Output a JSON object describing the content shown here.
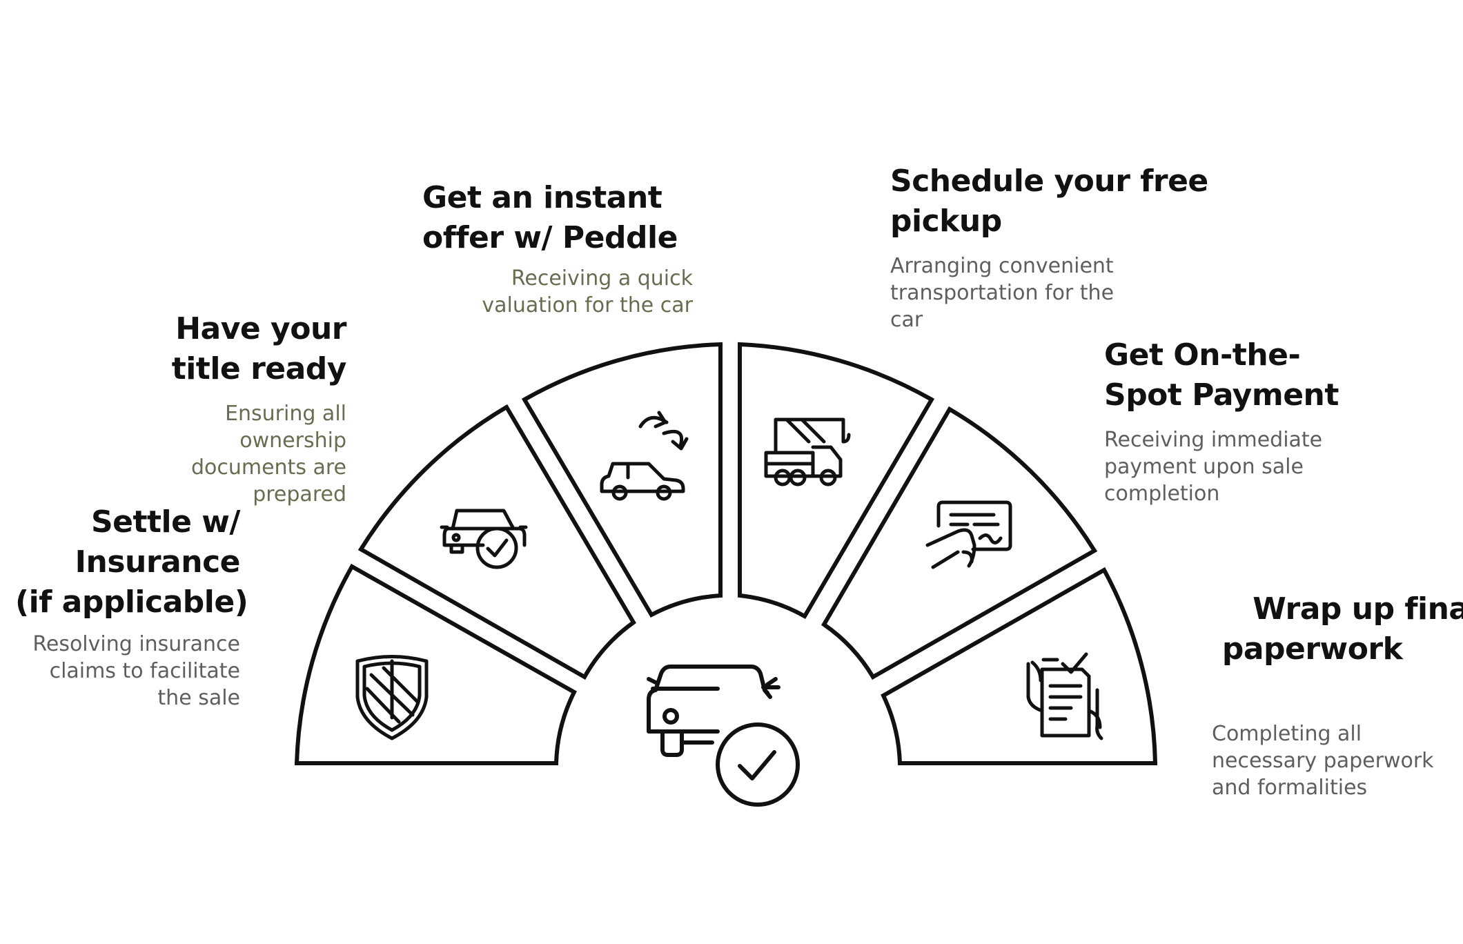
{
  "steps": [
    {
      "title": "Settle w/ Insurance (if applicable)",
      "title_lines": [
        "Settle w/",
        "Insurance",
        "(if applicable)"
      ],
      "description_lines": [
        "Resolving insurance",
        "claims to facilitate",
        "the sale"
      ],
      "icon": "shield-icon"
    },
    {
      "title": "Have your title ready",
      "title_lines": [
        "Have your",
        "title ready"
      ],
      "description_lines": [
        "Ensuring all",
        "ownership",
        "documents are",
        "prepared"
      ],
      "icon": "car-check-icon"
    },
    {
      "title": "Get an instant offer w/ Peddle",
      "title_lines": [
        "Get an instant",
        "offer w/ Peddle"
      ],
      "description_lines": [
        "Receiving a quick",
        "valuation for the car"
      ],
      "icon": "car-exchange-icon"
    },
    {
      "title": "Schedule your free pickup",
      "title_lines": [
        "Schedule your free",
        "pickup"
      ],
      "description_lines": [
        "Arranging convenient",
        "transportation for the",
        "car"
      ],
      "icon": "tow-truck-icon"
    },
    {
      "title": "Get On-the-Spot Payment",
      "title_lines": [
        "Get On-the-",
        "Spot Payment"
      ],
      "description_lines": [
        "Receiving immediate",
        "payment upon sale",
        "completion"
      ],
      "icon": "check-payment-icon"
    },
    {
      "title": "Wrap up final paperwork",
      "title_lines": [
        "Wrap up final",
        " paperwork"
      ],
      "description_lines": [
        "Completing all",
        "necessary paperwork",
        "and formalities"
      ],
      "icon": "paperwork-icon"
    }
  ],
  "center_icon": "car-sold-check-icon",
  "colors": {
    "stroke": "#111111",
    "background": "#ffffff",
    "description": "#5e5e5e"
  }
}
